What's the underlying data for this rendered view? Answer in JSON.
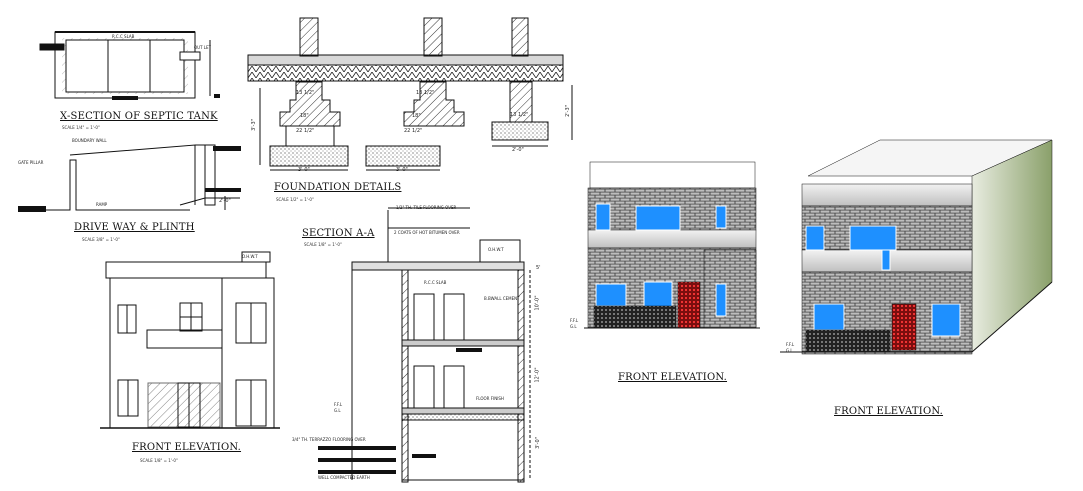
{
  "titles": {
    "septic": "X-SECTION OF SEPTIC TANK",
    "septic_scale": "SCALE 1/4\" = 1'-0\"",
    "foundation": "FOUNDATION DETAILS",
    "foundation_scale": "SCALE 1/2\" = 1'-0\"",
    "driveway": "DRIVE WAY & PLINTH",
    "driveway_scale": "SCALE 3/8\" = 1'-0\"",
    "section": "SECTION A-A",
    "section_scale": "SCALE 1/8\" = 1'-0\"",
    "front1": "FRONT ELEVATION.",
    "front1_scale": "SCALE 1/8\" = 1'-0\"",
    "front2": "FRONT ELEVATION.",
    "front3": "FRONT ELEVATION."
  },
  "notes": {
    "rcc_slab": "R.C.C SLAB",
    "outlet": "OUT LET",
    "boundary_wall": "BOUNDARY WALL",
    "gate_pillar": "GATE PILLAR",
    "ramp": "RAMP",
    "ohwt": "O.H.W.T",
    "floor_tile": "1/2\" TH. TILE FLOORING OVER",
    "bitumen": "2 COATS OF HOT BITUMEN OVER",
    "rcc_slab2": "R.C.C SLAB",
    "bwall": "B.BWALL CEMENT",
    "floor_finish": "FLOOR FINISH",
    "terrazzo": "3/4\" TH. TERRAZZO FLOORING OVER",
    "compacted": "WELL COMPACTED EARTH",
    "ffl": "F.F.L",
    "gl": "G.L"
  },
  "dims": {
    "f1_width": "3'-0\"",
    "f2_width": "3'-0\"",
    "f3_width": "2'-0\"",
    "f1_h": "3'-3\"",
    "f3_h": "2'-3\"",
    "w13a": "13 1/2\"",
    "w18": "18\"",
    "w22": "22 1/2\"",
    "w13b": "13 1/2\"",
    "w18b": "18\"",
    "w22b": "22 1/2\"",
    "w13c": "13 1/2\"",
    "h10": "10'-0\"",
    "h12": "12'-0\"",
    "h3": "3'-0\"",
    "h5": "5'",
    "h2": "2'-0\""
  },
  "colors": {
    "line": "#111111",
    "brick": "#555555",
    "glass": "#1e90ff",
    "door_red": "#cc1111",
    "side_green": "#9bb07a",
    "concrete": "#cfcfcf"
  }
}
